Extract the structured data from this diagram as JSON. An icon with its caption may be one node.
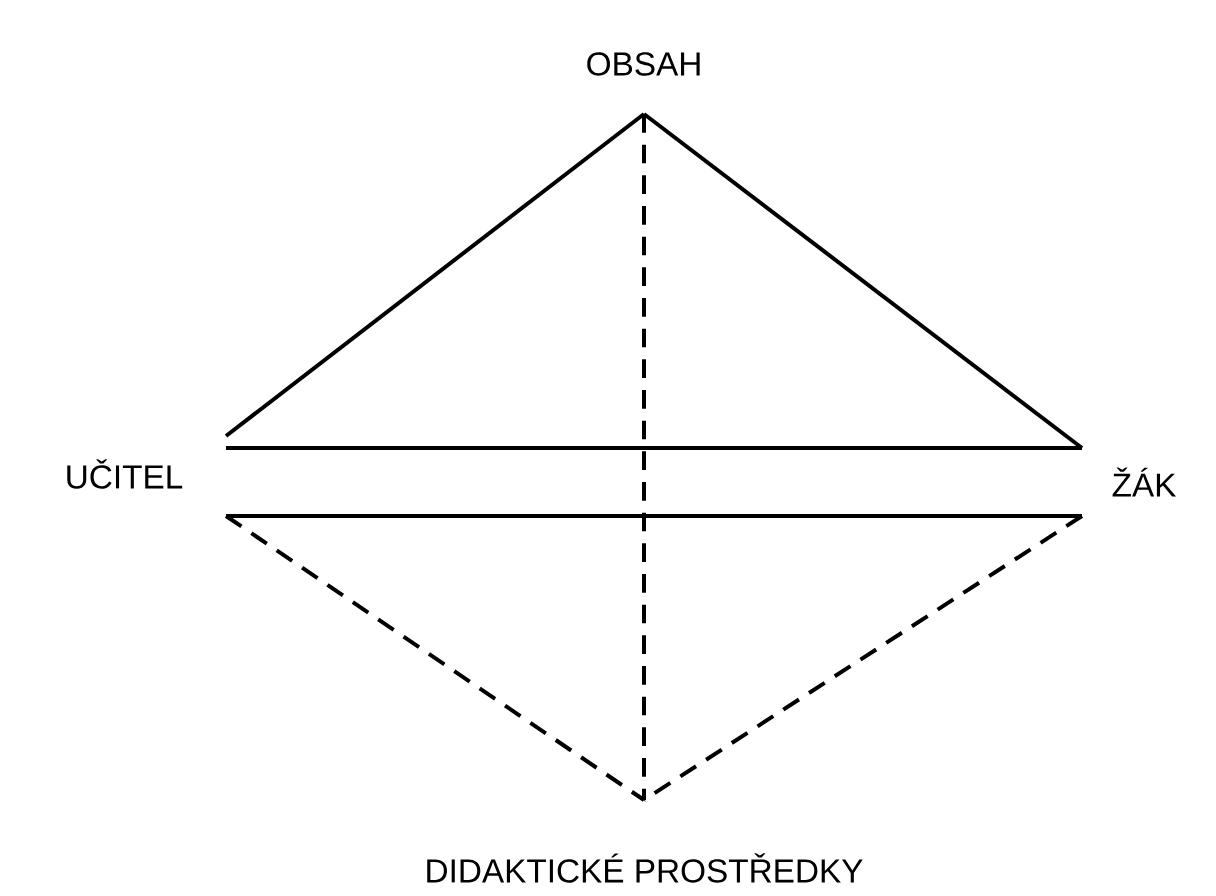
{
  "diagram": {
    "nodes": [
      {
        "text": [
          "OBSAH"
        ]
      },
      {
        "text": [
          "UČITEL"
        ]
      },
      {
        "text": [
          "ŽÁK"
        ]
      },
      {
        "text": [
          "DIDAKTICKÉ PROSTŘEDKY"
        ]
      }
    ],
    "edges": [
      {
        "from": 0,
        "to": 1,
        "arrow": "none"
      },
      {
        "from": 0,
        "to": 2,
        "arrow": "none"
      },
      {
        "from": 1,
        "to": 2,
        "arrow": "none"
      },
      {
        "from": 1,
        "to": 2,
        "arrow": "none"
      },
      {
        "from": 1,
        "to": 3,
        "arrow": "none",
        "style": "dashed"
      },
      {
        "from": 2,
        "to": 3,
        "arrow": "none",
        "style": "dashed"
      },
      {
        "from": 0,
        "to": 3,
        "arrow": "none",
        "style": "dashed"
      }
    ]
  }
}
